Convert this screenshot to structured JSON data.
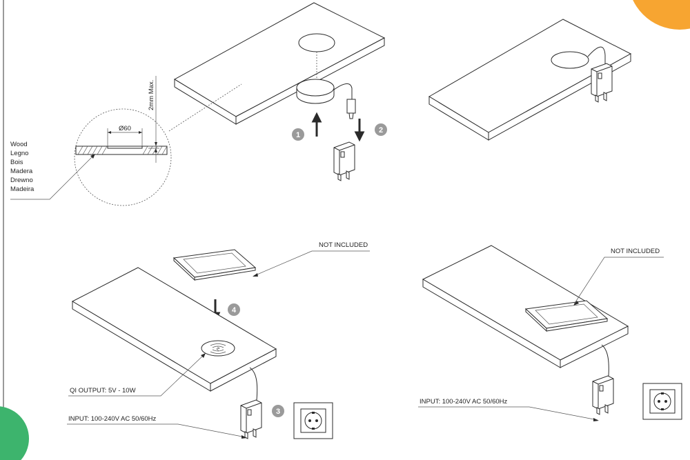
{
  "colors": {
    "left_border": "#9a9a9a",
    "accent_orange": "#f7a531",
    "accent_green": "#3db46d",
    "step_badge": "#9a9a9a",
    "line": "#2a2a2a"
  },
  "panel1": {
    "materials": [
      "Wood",
      "Legno",
      "Bois",
      "Madera",
      "Drewno",
      "Madeira"
    ],
    "diameter_label": "Ø60",
    "depth_label": "2mm Max.",
    "step1": "1",
    "step2": "2"
  },
  "panel3": {
    "not_included": "NOT INCLUDED",
    "qi_output": "QI  OUTPUT: 5V - 10W",
    "input": "INPUT: 100-240V AC 50/60Hz",
    "step4": "4",
    "step3": "3"
  },
  "panel4": {
    "not_included": "NOT INCLUDED",
    "input": "INPUT: 100-240V AC 50/60Hz"
  },
  "icons": {
    "charger": "usb-wall-charger-icon",
    "socket": "wall-socket-icon",
    "phone": "smartphone-icon",
    "wireless": "wireless-charging-icon",
    "arrow": "arrow-icon"
  }
}
